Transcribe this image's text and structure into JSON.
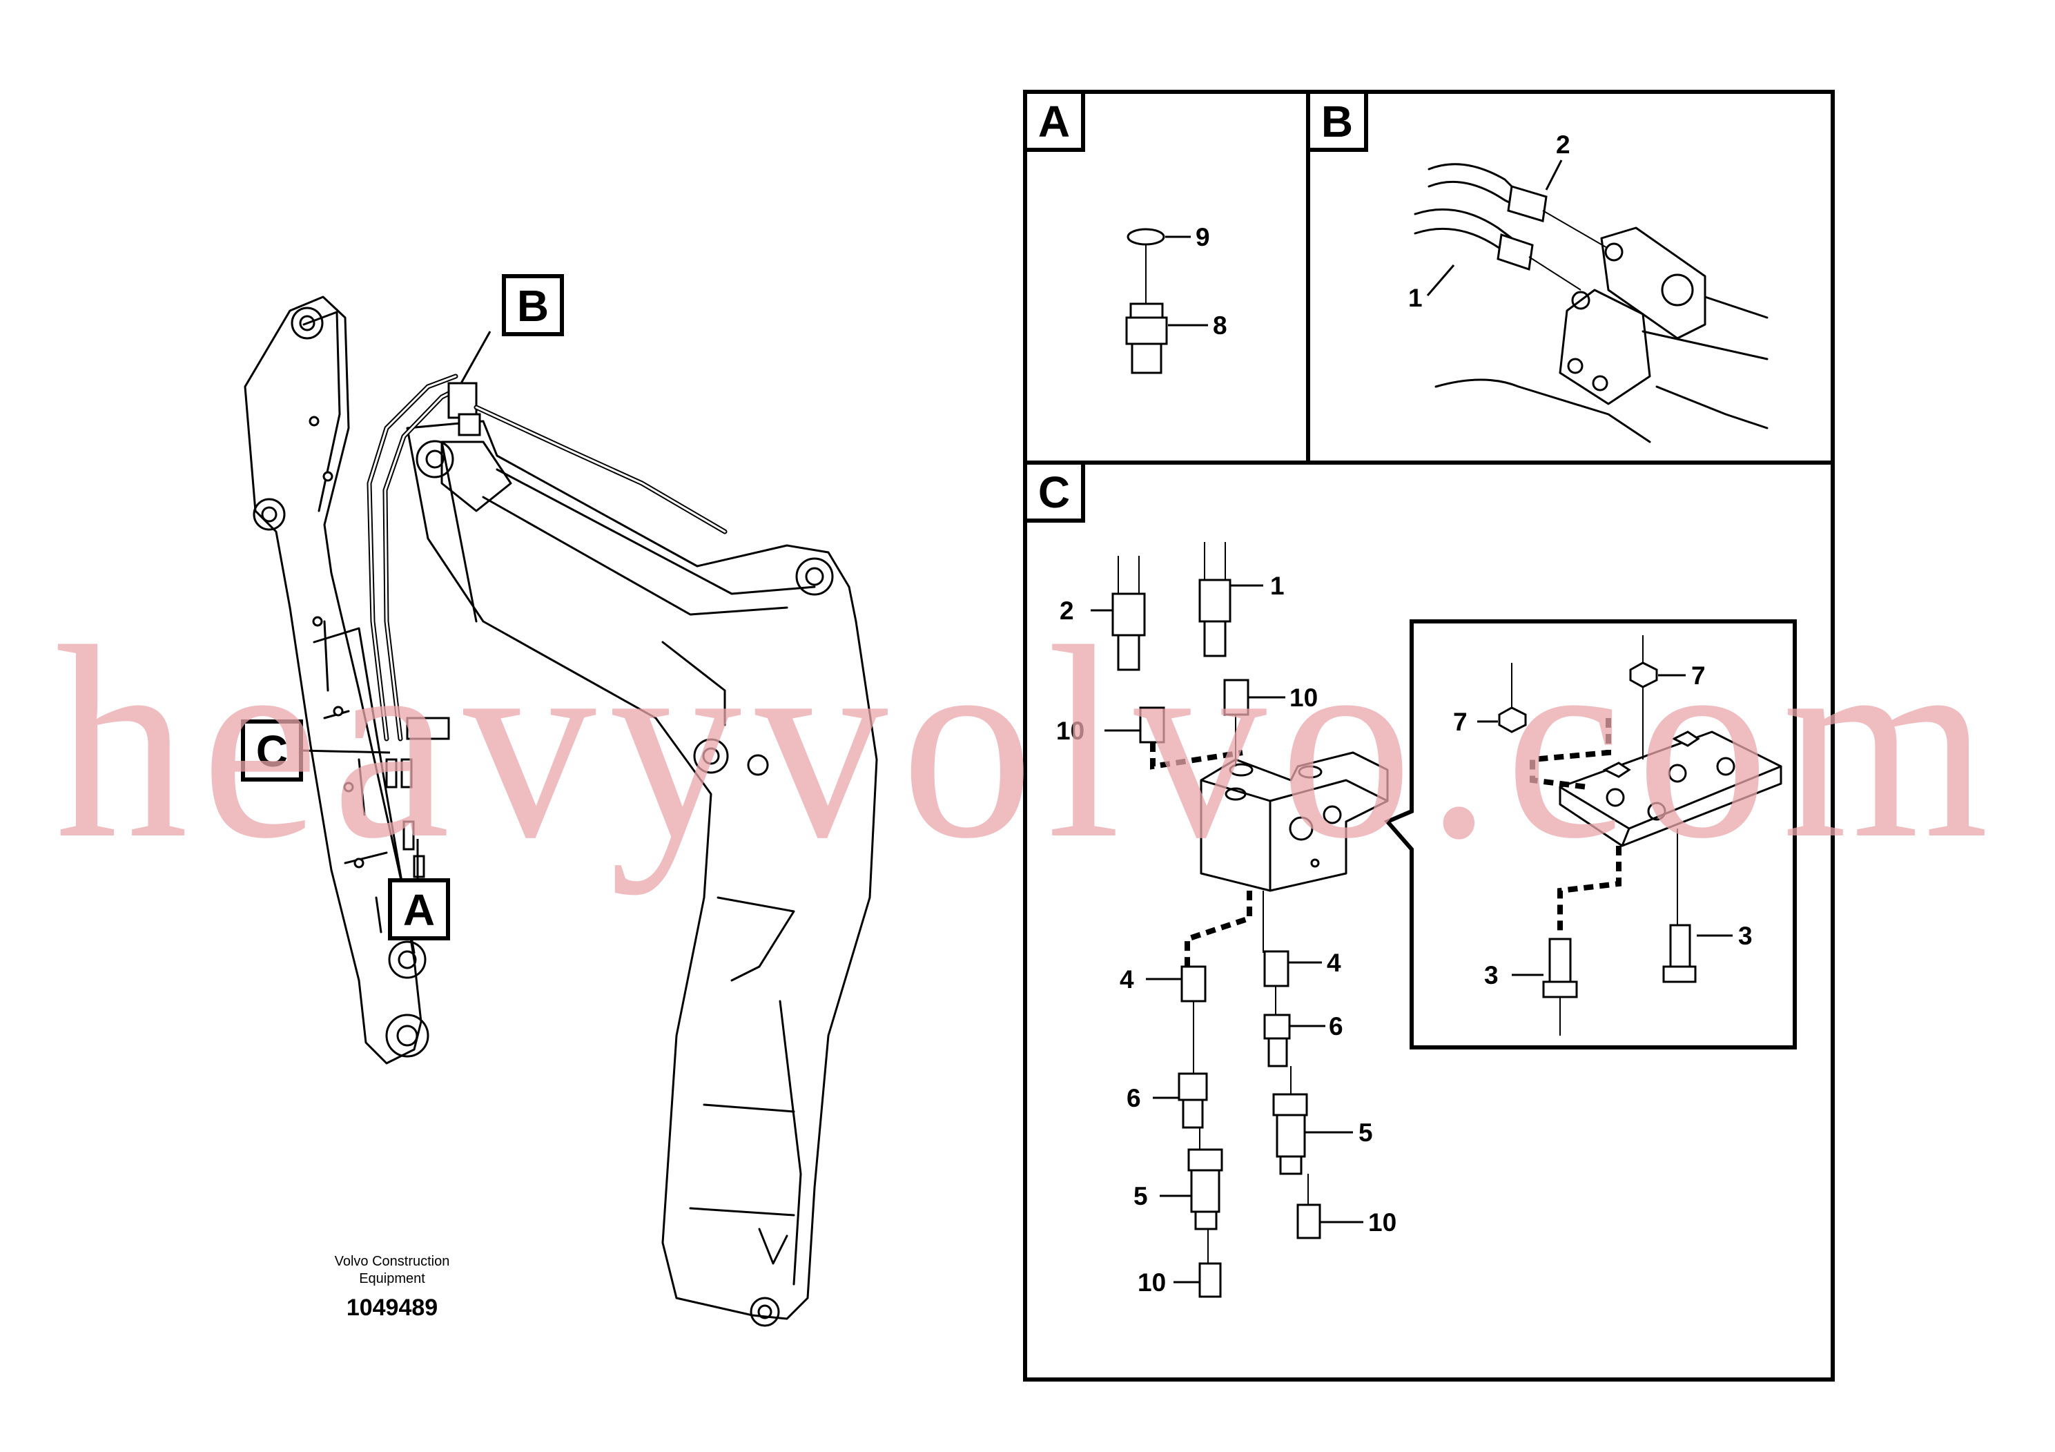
{
  "watermark": "heavyvolvo.com",
  "caption": {
    "line1": "Volvo Construction",
    "line2": "Equipment",
    "doc_number": "1049489"
  },
  "callouts": {
    "overview": [
      "B",
      "C",
      "A"
    ],
    "panel_a": "A",
    "panel_b": "B",
    "panel_c": "C"
  },
  "panel_a_parts": [
    "9",
    "8"
  ],
  "panel_b_parts": [
    "2",
    "1"
  ],
  "panel_c_parts": [
    "2",
    "1",
    "10",
    "10",
    "4",
    "4",
    "6",
    "6",
    "5",
    "5",
    "10",
    "10"
  ],
  "inset_parts": [
    "7",
    "7",
    "3",
    "3"
  ]
}
